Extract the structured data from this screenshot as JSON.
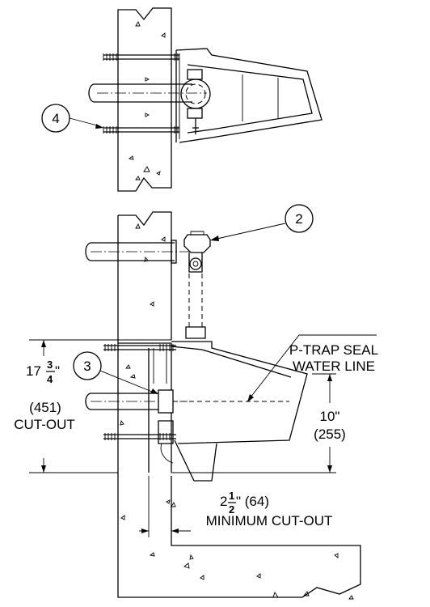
{
  "callouts": {
    "c2": "2",
    "c3": "3",
    "c4": "4"
  },
  "labels": {
    "ptrap_line1": "P-TRAP SEAL",
    "ptrap_line2": "WATER LINE",
    "height_whole": "17",
    "height_num": "3",
    "height_den": "4",
    "height_inch": "\"",
    "height_mm": "(451)",
    "height_cutout": "CUT-OUT",
    "depth_in": "10\"",
    "depth_mm": "(255)",
    "width_whole": "2",
    "width_num": "1",
    "width_den": "2",
    "width_rest": "\" (64)",
    "width_caption": "MINIMUM CUT-OUT"
  }
}
